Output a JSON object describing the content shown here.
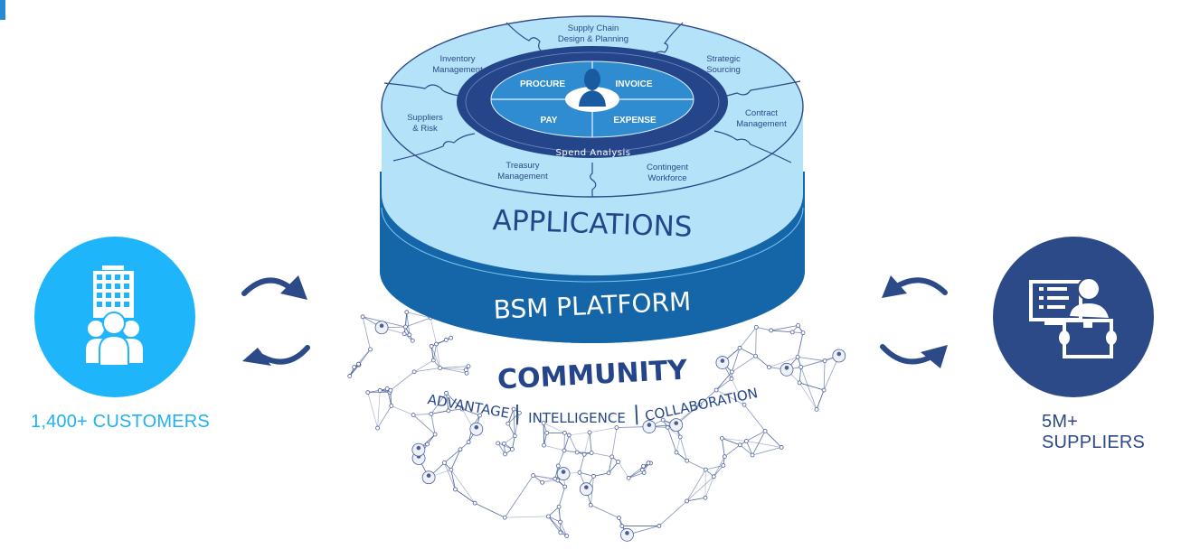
{
  "colors": {
    "customers_circle": "#1eb5fb",
    "suppliers_circle": "#2c4a88",
    "arrow": "#2c4a88",
    "top_disc": "#b4e2f8",
    "ring_dark": "#24458a",
    "hub": "#2f8cd0",
    "platform": "#1566a8",
    "network": "#4a5f9a",
    "accent_bar": "#2a8ad4"
  },
  "applications": {
    "outer_modules": [
      "Supply Chain|Design & Planning",
      "Strategic|Sourcing",
      "Contract|Management",
      "Contingent|Workforce",
      "Treasury|Management",
      "Suppliers|& Risk",
      "Inventory|Management"
    ],
    "inner_modules": [
      "PROCURE",
      "INVOICE",
      "PAY",
      "EXPENSE"
    ],
    "ring_label": "Spend Analysis",
    "layer_label": "APPLICATIONS"
  },
  "platform": {
    "label": "BSM PLATFORM"
  },
  "community": {
    "title": "COMMUNITY",
    "pillars": [
      "ADVANTAGE",
      "INTELLIGENCE",
      "COLLABORATION"
    ],
    "separator": "|"
  },
  "customers": {
    "label": "1,400+ CUSTOMERS",
    "icon": "building-people-icon"
  },
  "suppliers": {
    "label": "5M+ SUPPLIERS",
    "icon": "supplier-computer-box-icon"
  }
}
